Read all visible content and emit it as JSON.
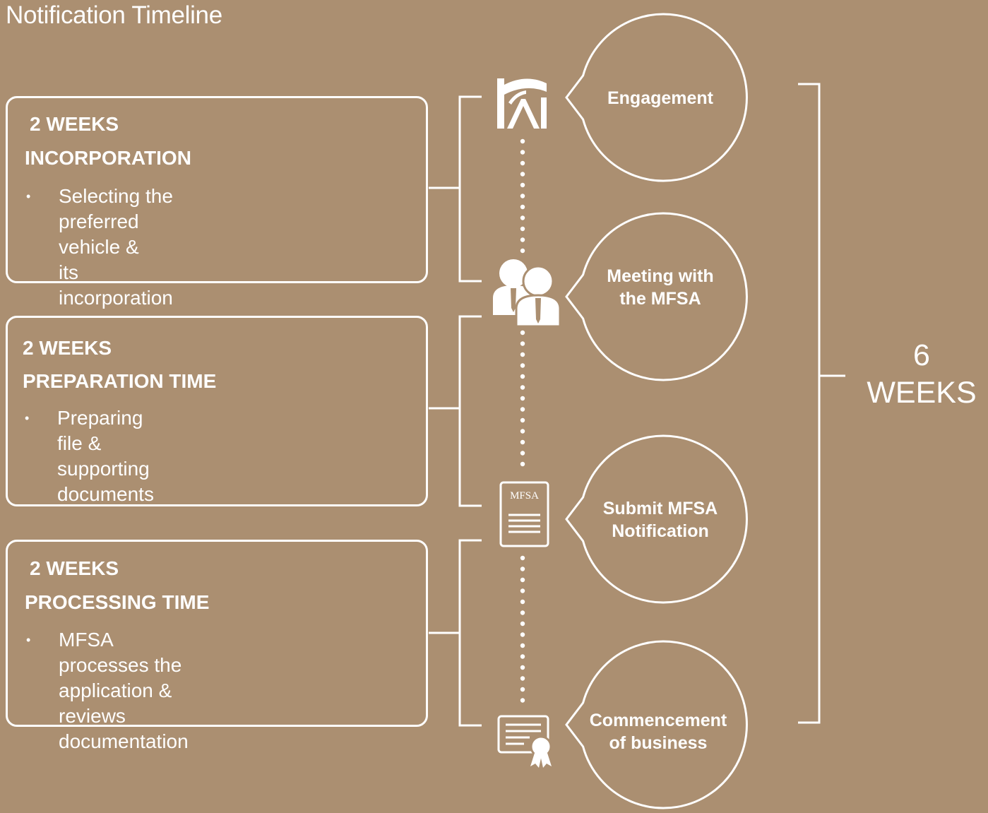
{
  "title": "Notification Timeline",
  "phases": [
    {
      "duration": "2 WEEKS",
      "name": "INCORPORATION",
      "bullet": "Selecting the preferred vehicle &\nits incorporation"
    },
    {
      "duration": "2 WEEKS",
      "name": "PREPARATION TIME",
      "bullet": "Preparing file & supporting documents"
    },
    {
      "duration": "2 WEEKS",
      "name": "PROCESSING TIME",
      "bullet": "MFSA processes the application &\nreviews documentation"
    }
  ],
  "steps": [
    {
      "label": "Engagement",
      "icon": "logo-icon"
    },
    {
      "label": "Meeting with\nthe MFSA",
      "icon": "people-icon"
    },
    {
      "label": "Submit MFSA\nNotification",
      "icon": "document-icon"
    },
    {
      "label": "Commencement\nof business",
      "icon": "certificate-icon"
    }
  ],
  "document_icon_text": "MFSA",
  "total": {
    "number": "6",
    "unit": "WEEKS"
  },
  "colors": {
    "background": "#ab8f71",
    "foreground": "#ffffff"
  }
}
